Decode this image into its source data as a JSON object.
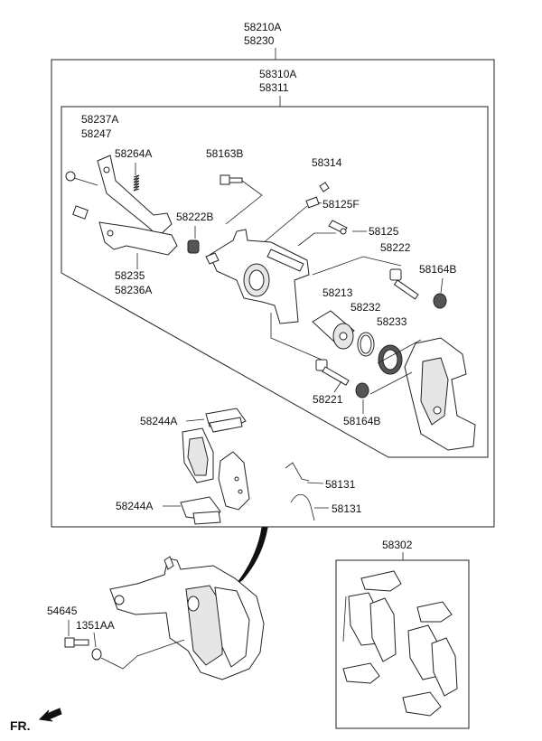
{
  "labels": {
    "assy_top_a": "58210A",
    "assy_top_b": "58230",
    "sub_assy_a": "58310A",
    "sub_assy_b": "58311",
    "p58237A": "58237A",
    "p58247": "58247",
    "p58264A": "58264A",
    "p58163B": "58163B",
    "p58314": "58314",
    "p58125F": "58125F",
    "p58222B": "58222B",
    "p58125": "58125",
    "p58222": "58222",
    "p58235": "58235",
    "p58236A": "58236A",
    "p58164B_top": "58164B",
    "p58213": "58213",
    "p58232": "58232",
    "p58233": "58233",
    "p58221": "58221",
    "p58164B_bot": "58164B",
    "p58244A_top": "58244A",
    "p58244A_bot": "58244A",
    "p58131_top": "58131",
    "p58131_bot": "58131",
    "p58302": "58302",
    "p54645": "54645",
    "p1351AA": "1351AA",
    "fr": "FR."
  }
}
